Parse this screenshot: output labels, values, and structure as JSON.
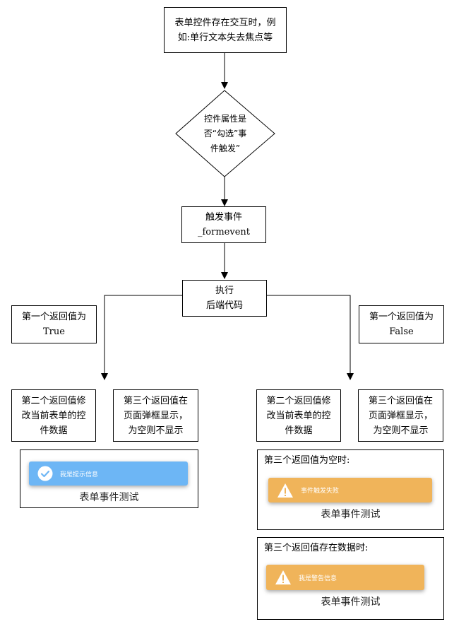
{
  "colors": {
    "info": "#6db6f5",
    "warning": "#f0b45a"
  },
  "flow": {
    "start": [
      "表单控件存在交互时，例",
      "如:单行文本失去焦点等"
    ],
    "decision": [
      "控件属性是",
      "否“勾选”事",
      "件触发”"
    ],
    "trigger": [
      "触发事件",
      "_formevent"
    ],
    "execute": [
      "执行",
      "后端代码"
    ],
    "true_branch": {
      "label": [
        "第一个返回值为",
        "True"
      ],
      "second": [
        "第二个返回值修",
        "改当前表单的控",
        "件数据"
      ],
      "third": [
        "第三个返回值在",
        "页面弹框显示，",
        "为空则不显示"
      ]
    },
    "false_branch": {
      "label": [
        "第一个返回值为",
        "False"
      ],
      "second": [
        "第二个返回值修",
        "改当前表单的控",
        "件数据"
      ],
      "third": [
        "第三个返回值在",
        "页面弹框显示，",
        "为空则不显示"
      ]
    }
  },
  "panels": {
    "info": {
      "toast": "我是提示信息",
      "caption": "表单事件测试",
      "icon": "check-circle-icon"
    },
    "empty": {
      "title": "第三个返回值为空时:",
      "toast": "事件触发失败",
      "caption": "表单事件测试",
      "icon": "warning-icon"
    },
    "data": {
      "title": "第三个返回值存在数据时:",
      "toast": "我是警告信息",
      "caption": "表单事件测试",
      "icon": "warning-icon"
    }
  }
}
